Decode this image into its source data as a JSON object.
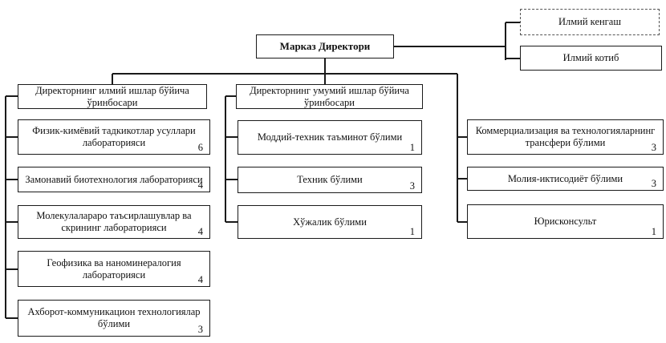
{
  "diagram": {
    "director": {
      "label": "Марказ Директори"
    },
    "advisory": {
      "council": "Илмий кенгаш",
      "secretary": "Илмий котиб"
    },
    "left": {
      "header": "Директорнинг илмий ишлар бўйича ўринбосари",
      "items": [
        {
          "label": "Физик-кимёвий тадкикотлар усуллари лабораторияси",
          "count": "6"
        },
        {
          "label": "Замонавий биотехнология лабораторияси",
          "count": "4"
        },
        {
          "label": "Молекулалараро таъсирлашувлар ва скрининг лабораторияси",
          "count": "4"
        },
        {
          "label": "Геофизика ва наноминералогия лабораторияси",
          "count": "4"
        },
        {
          "label": "Ахборот-коммуникацион технологиялар бўлими",
          "count": "3"
        }
      ]
    },
    "middle": {
      "header": "Директорнинг умумий ишлар бўйича ўринбосари",
      "items": [
        {
          "label": "Моддий-техник таъминот бўлими",
          "count": "1"
        },
        {
          "label": "Техник бўлими",
          "count": "3"
        },
        {
          "label": "Хўжалик бўлими",
          "count": "1"
        }
      ]
    },
    "right": {
      "items": [
        {
          "label": "Коммерциализация ва технологияларнинг трансфери бўлими",
          "count": "3"
        },
        {
          "label": "Молия-иктисодиёт бўлими",
          "count": "3"
        },
        {
          "label": "Юрисконсульт",
          "count": "1"
        }
      ]
    },
    "colors": {
      "line": "#1a1a1a",
      "background": "#ffffff"
    }
  }
}
